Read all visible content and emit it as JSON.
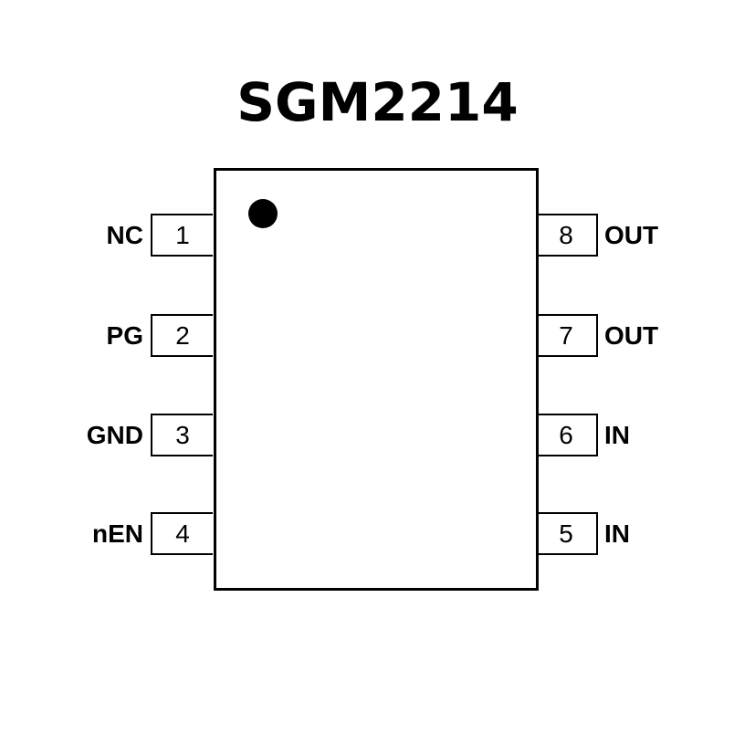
{
  "title": "SGM2214",
  "left_pins": [
    {
      "number": "1",
      "name": "NC"
    },
    {
      "number": "2",
      "name": "PG"
    },
    {
      "number": "3",
      "name": "GND"
    },
    {
      "number": "4",
      "name": "nEN"
    }
  ],
  "right_pins": [
    {
      "number": "8",
      "name": "OUT"
    },
    {
      "number": "7",
      "name": "OUT"
    },
    {
      "number": "6",
      "name": "IN"
    },
    {
      "number": "5",
      "name": "IN"
    }
  ]
}
